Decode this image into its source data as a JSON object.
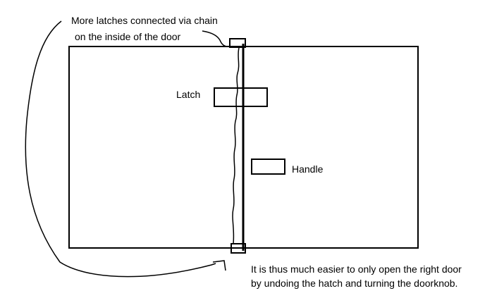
{
  "annotations": {
    "top_line_1": "More latches connected via chain",
    "top_line_2": "on the inside of the door",
    "latch": "Latch",
    "handle": "Handle",
    "bottom_line_1": "It is thus much easier to only open the right door",
    "bottom_line_2": "by undoing the hatch and turning the doorknob."
  },
  "colors": {
    "ink": "#000000",
    "background": "#ffffff"
  }
}
